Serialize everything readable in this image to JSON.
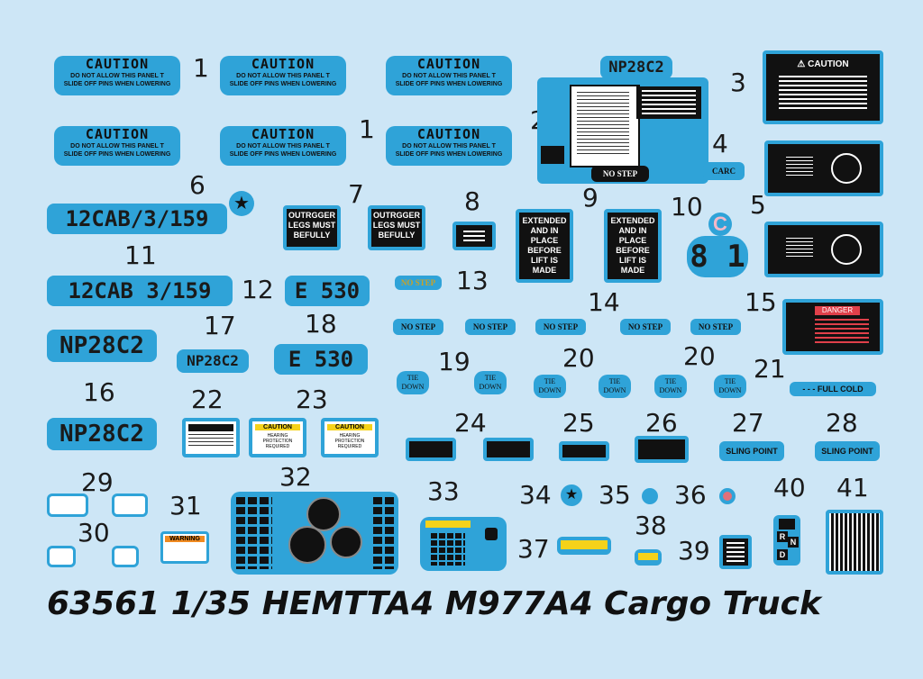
{
  "caution": {
    "title": "CAUTION",
    "line1": "DO NOT ALLOW THIS PANEL T",
    "line2": "SLIDE OFF PINS WHEN LOWERING"
  },
  "numbers": {
    "n1a": "1",
    "n1b": "1",
    "n2": "2",
    "n3": "3",
    "n4": "4",
    "n5": "5",
    "n6": "6",
    "n7": "7",
    "n8": "8",
    "n9": "9",
    "n10": "10",
    "n11": "11",
    "n12": "12",
    "n13": "13",
    "n14": "14",
    "n15": "15",
    "n16": "16",
    "n17": "17",
    "n18": "18",
    "n19": "19",
    "n20a": "20",
    "n20b": "20",
    "n21": "21",
    "n22": "22",
    "n23": "23",
    "n24": "24",
    "n25": "25",
    "n26": "26",
    "n27": "27",
    "n28": "28",
    "n29": "29",
    "n30": "30",
    "n31": "31",
    "n32": "32",
    "n33": "33",
    "n34": "34",
    "n35": "35",
    "n36": "36",
    "n37": "37",
    "n38": "38",
    "n39": "39",
    "n40": "40",
    "n41": "41"
  },
  "decals": {
    "np28c2": "NP28C2",
    "unit": "12CAB/3/159",
    "unit_spaced": "12CAB  3/159",
    "e530": "E 530",
    "e530_spaced": "E  530",
    "carc": "CARC",
    "no_step": "NO STEP",
    "no_step_lower": "NO STEP",
    "outrigger": "OUTRGGER LEGS MUST BEFULLY",
    "extended": "EXTENDED AND IN PLACE BEFORE LIFT IS MADE",
    "tie_down": "TIE DOWN",
    "full_cold": "- - - FULL COLD",
    "sling_point": "SLING POINT",
    "danger": "DANGER",
    "digits_81": "8 1",
    "letter_c": "C",
    "gear_r": "R",
    "gear_n": "N",
    "gear_d": "D",
    "caution_small": "CAUTION",
    "warning_small": "WARNING",
    "small_caution_line": "HEARING PROTECTION REQUIRED"
  },
  "title": "63561 1/35  HEMTTA4 M977A4 Cargo Truck"
}
